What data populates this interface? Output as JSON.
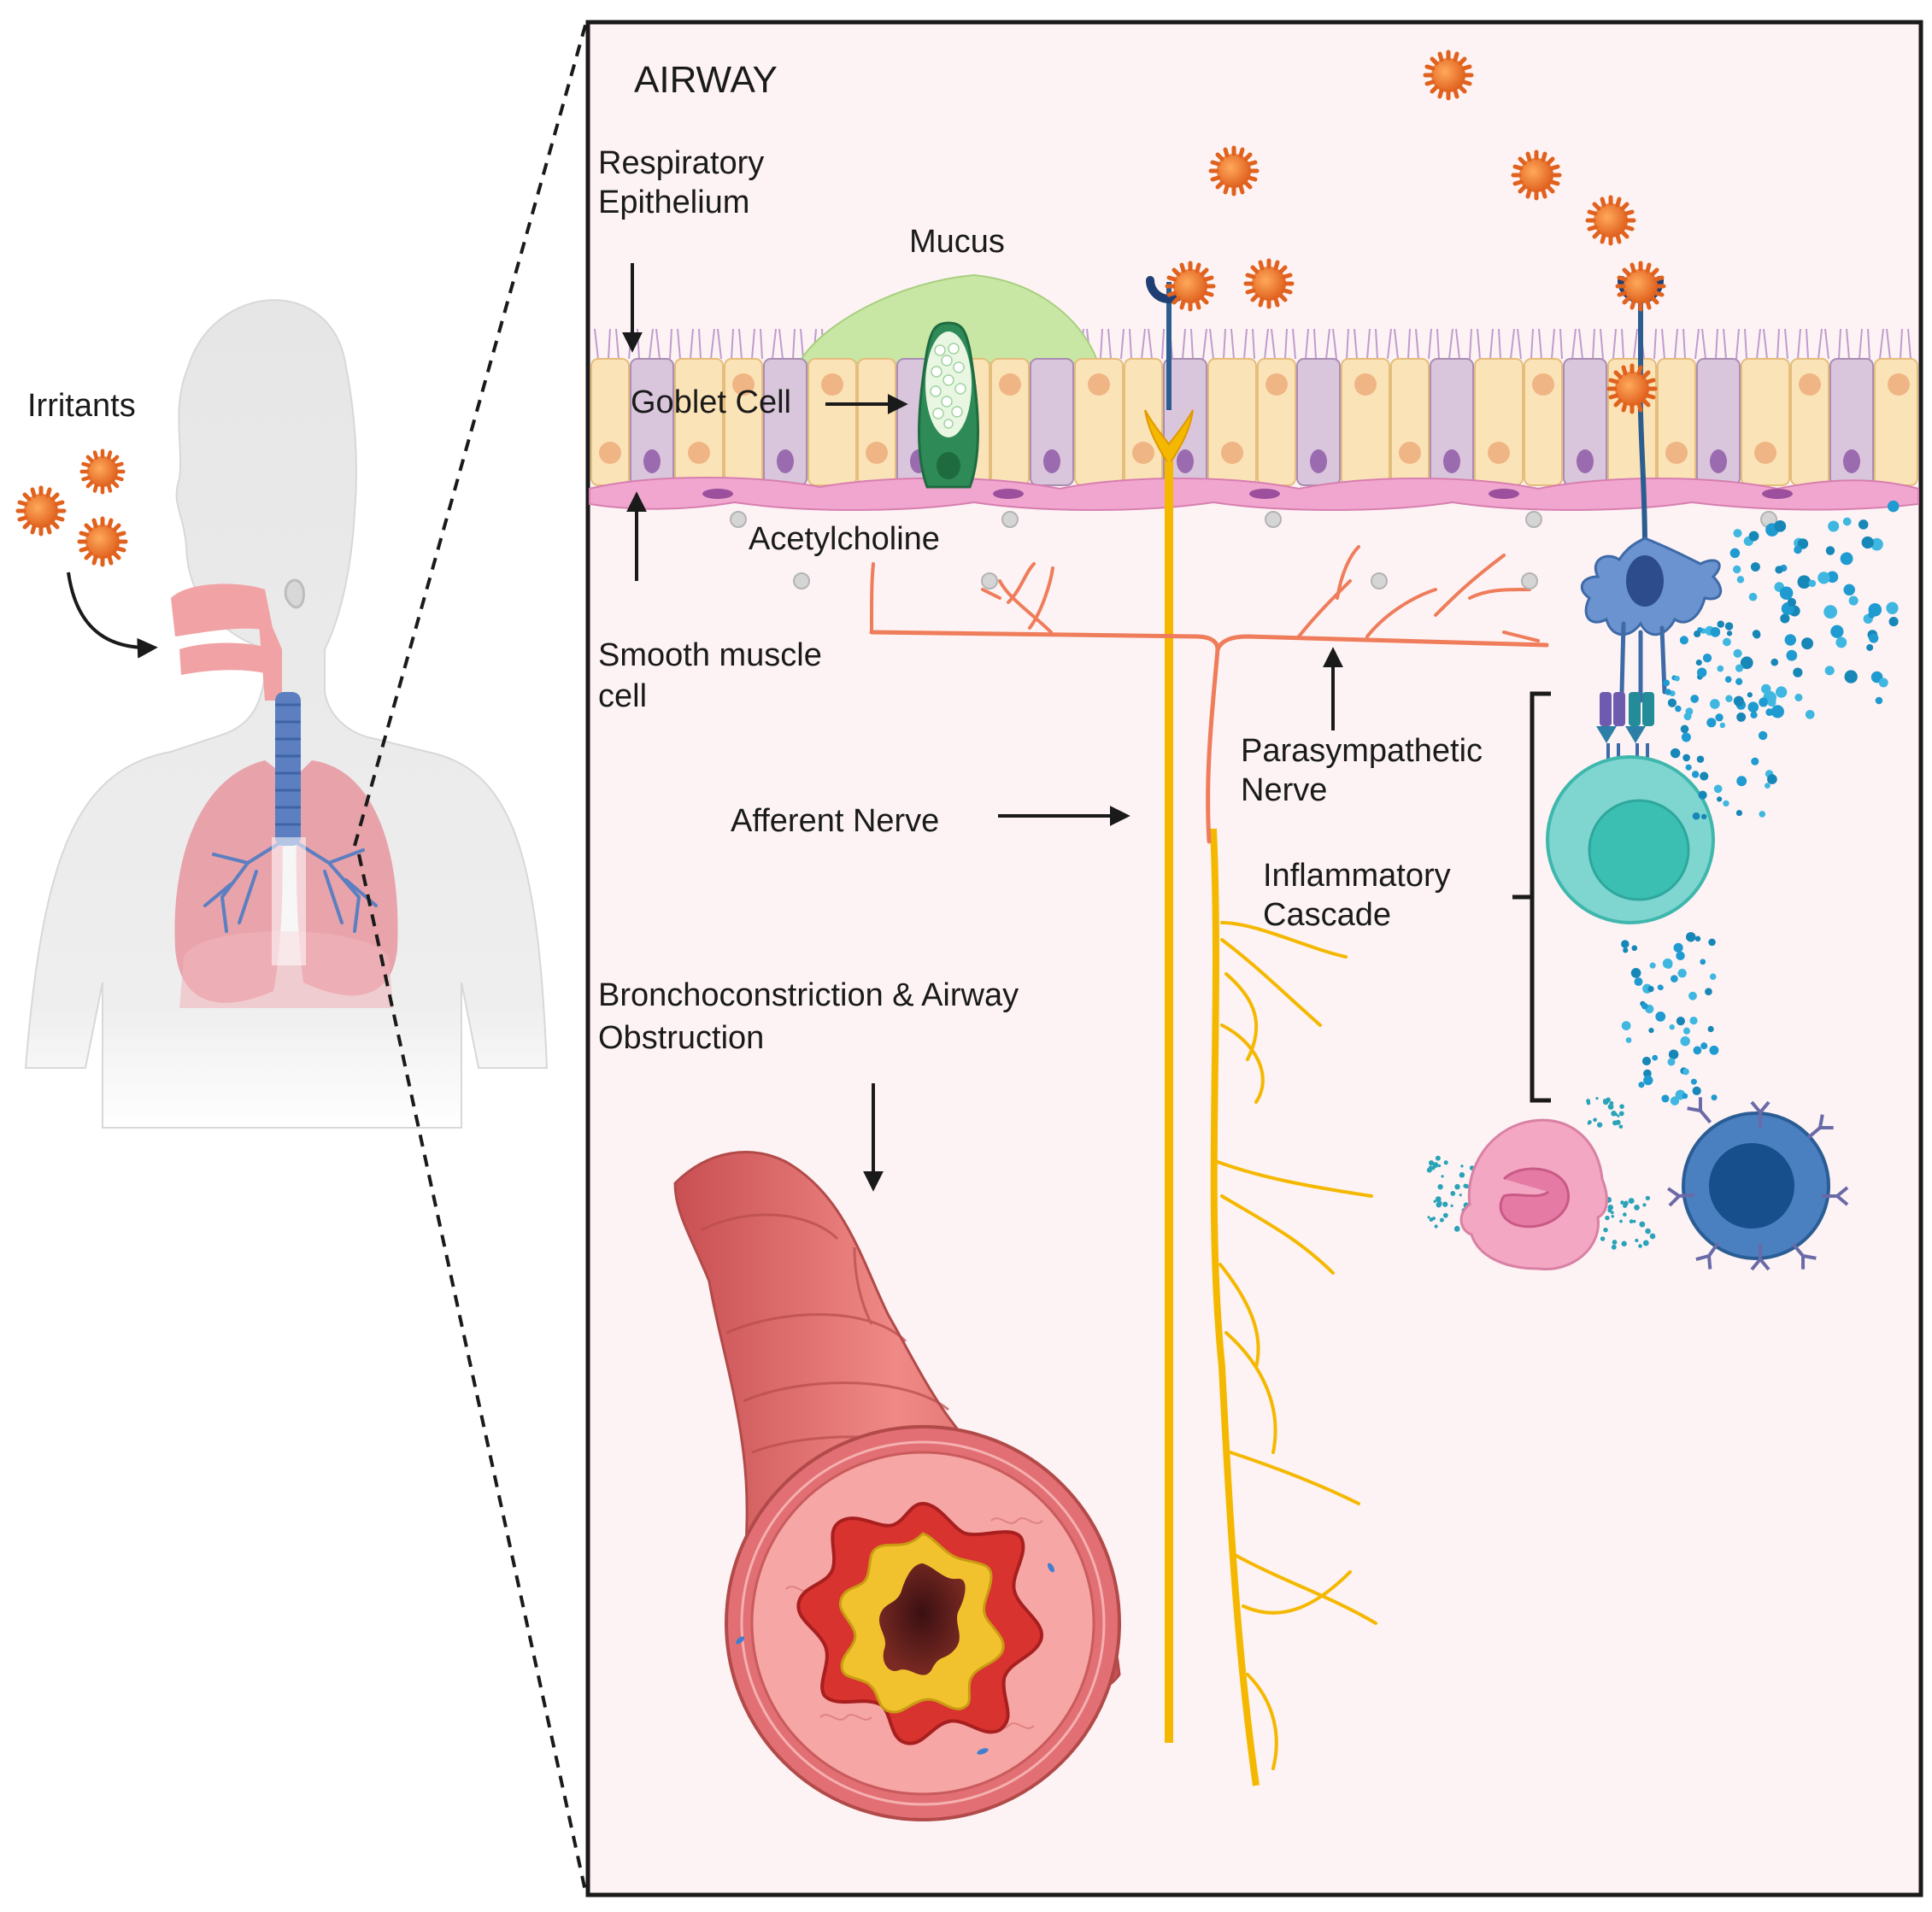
{
  "labels": {
    "irritants": "Irritants",
    "airway": "AIRWAY",
    "respiratory_epithelium_1": "Respiratory",
    "respiratory_epithelium_2": "Epithelium",
    "mucus": "Mucus",
    "goblet_cell": "Goblet Cell",
    "acetylcholine": "Acetylcholine",
    "smooth_muscle_1": "Smooth muscle",
    "smooth_muscle_2": "cell",
    "parasympathetic_1": "Parasympathetic",
    "parasympathetic_2": "Nerve",
    "afferent_nerve": "Afferent Nerve",
    "inflammatory_1": "Inflammatory",
    "inflammatory_2": "Cascade",
    "broncho_1": "Bronchoconstriction & Airway",
    "broncho_2": "Obstruction"
  },
  "colors": {
    "irritant": "#e8742a",
    "panel_bg": "#fdf3f4",
    "epithelium_cream": "#fbe3b8",
    "epithelium_lilac": "#d9c6dc",
    "smooth_muscle": "#f1a6cf",
    "goblet": "#2e8b57",
    "mucus": "#c9e7a4",
    "afferent": "#f5b800",
    "parasympathetic": "#ef7c5a",
    "dendritic": "#5b84c4",
    "mast_cell": "#4fc7bf",
    "eosinophil": "#f3a7c3",
    "b_cell": "#1f5fa8",
    "bronchus": "#e06b6b",
    "lung": "#e89aa3",
    "trachea": "#5b7fc0"
  },
  "icons": [
    "irritant-particle-icon",
    "human-torso-icon",
    "lungs-icon",
    "goblet-cell-icon",
    "receptor-icon",
    "dendritic-cell-icon",
    "mast-cell-icon",
    "eosinophil-icon",
    "b-cell-icon",
    "bronchus-icon"
  ]
}
